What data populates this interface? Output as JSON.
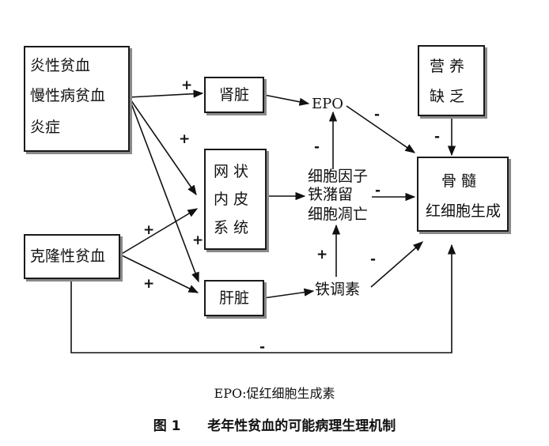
{
  "nodes": {
    "inflammation_box": [
      "炎性贫血",
      "慢性病贫血",
      "炎症"
    ],
    "clonal_box": "克隆性贫血",
    "kidney": "肾脏",
    "res_box": [
      "网  状",
      "内  皮",
      "系  统"
    ],
    "liver": "肝脏",
    "epo": "EPO",
    "cytokines": [
      "细胞因子",
      "铁潴留",
      "细胞凋亡"
    ],
    "hepcidin": "铁调素",
    "nutrition_box": [
      "营  养",
      "缺  乏"
    ],
    "marrow_box": [
      "骨  髓",
      "红细胞生成"
    ]
  },
  "signs": {
    "plus": "+",
    "minus": "-"
  },
  "caption": {
    "note": "EPO:促红细胞生成素",
    "figure_label": "图 1",
    "title": "老年性贫血的可能病理生理机制"
  }
}
